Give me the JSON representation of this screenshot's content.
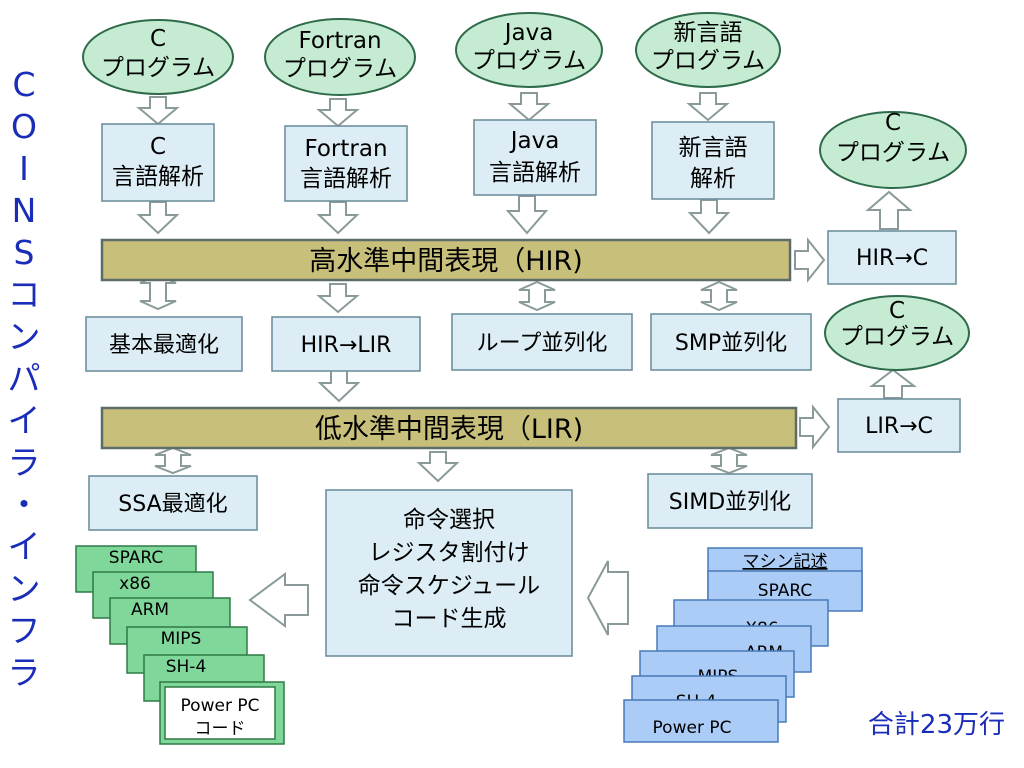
{
  "side_title": [
    "C",
    "O",
    "I",
    "N",
    "S",
    "コ",
    "ン",
    "パ",
    "イ",
    "ラ",
    "・",
    "イ",
    "ン",
    "フ",
    "ラ"
  ],
  "sources": [
    {
      "line1": "C",
      "line2": "プログラム"
    },
    {
      "line1": "Fortran",
      "line2": "プログラム"
    },
    {
      "line1": "Java",
      "line2": "プログラム"
    },
    {
      "line1": "新言語",
      "line2": "プログラム"
    }
  ],
  "parsers": [
    {
      "line1": "C",
      "line2": "言語解析"
    },
    {
      "line1": "Fortran",
      "line2": "言語解析"
    },
    {
      "line1": "Java",
      "line2": "言語解析"
    },
    {
      "line1": "新言語",
      "line2": "解析"
    }
  ],
  "hir": {
    "label": "高水準中間表現（HIR)"
  },
  "hir_to_c": {
    "label": "HIR→C",
    "output": {
      "line1": "C",
      "line2": "プログラム"
    }
  },
  "hir_passes": [
    "基本最適化",
    "HIR→LIR",
    "ループ並列化",
    "SMP並列化"
  ],
  "lir": {
    "label": "低水準中間表現（LIR)"
  },
  "lir_to_c": {
    "label": "LIR→C",
    "output": {
      "line1": "C",
      "line2": "プログラム"
    }
  },
  "lir_passes": {
    "ssa": "SSA最適化",
    "simd": "SIMD並列化"
  },
  "backend": {
    "lines": [
      "命令選択",
      "レジスタ割付け",
      "命令スケジュール",
      "コード生成"
    ]
  },
  "target_code": {
    "items": [
      "SPARC",
      "x86",
      "ARM",
      "MIPS",
      "SH-4"
    ],
    "last_line1": "Power PC",
    "last_line2": "コード"
  },
  "machine_desc": {
    "title": "マシン記述",
    "items": [
      "SPARC",
      "X86",
      "ARM",
      "MIPS",
      "SH-4",
      "Power PC"
    ]
  },
  "total": "合計23万行",
  "colors": {
    "ellipse_fill": "#c5ecd2",
    "box_fill": "#dcedf5",
    "ir_band": "#c8c07a",
    "target_green": "#7fd79a",
    "machine_blue": "#aaccf6",
    "title_blue": "#1a2db8"
  }
}
